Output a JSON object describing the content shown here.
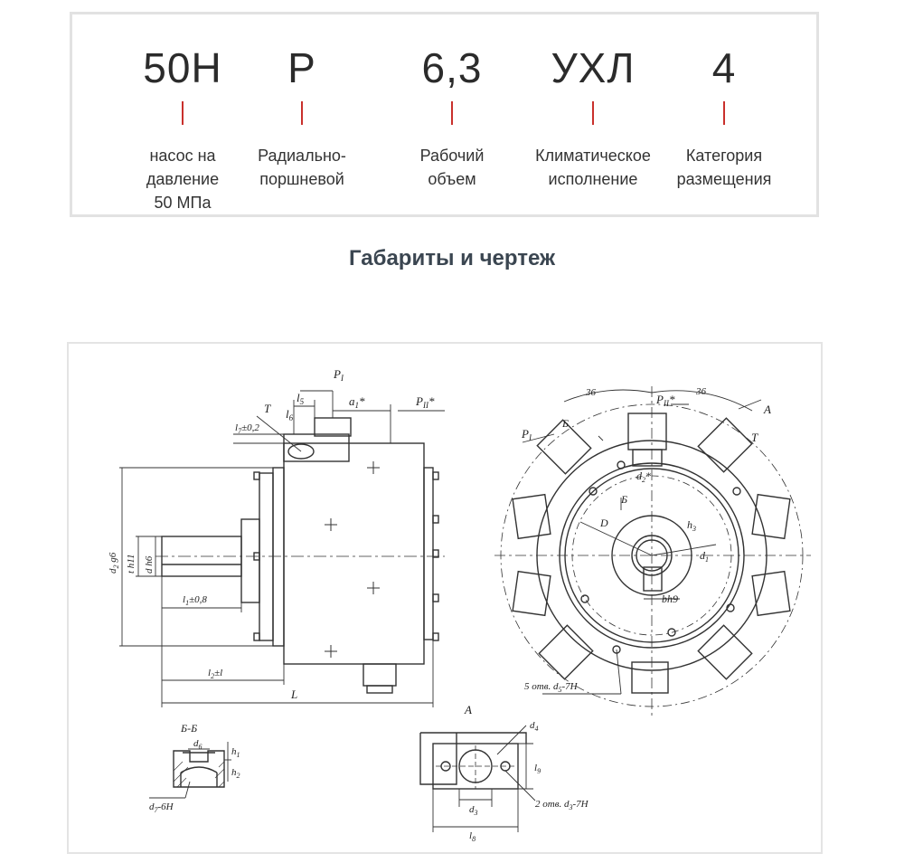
{
  "code_items": [
    {
      "value": "50Н",
      "desc": [
        "насос на",
        "давление",
        "50 МПа"
      ]
    },
    {
      "value": "Р",
      "desc": [
        "Радиально-",
        "поршневой"
      ]
    },
    {
      "value": "6,3",
      "desc": [
        "Рабочий",
        "объем"
      ]
    },
    {
      "value": "УХЛ",
      "desc": [
        "Климатическое",
        "исполнение"
      ]
    },
    {
      "value": "4",
      "desc": [
        "Категория",
        "размещения"
      ]
    }
  ],
  "section_title": "Габариты и чертеж",
  "drawing_labels": {
    "p1": "P",
    "p1_sub": "I",
    "l5": "l",
    "l5_sub": "5",
    "a1": "a",
    "a1_sub": "1",
    "a1_star": "*",
    "p2": "P",
    "p2_sub": "II",
    "p2_star": "*",
    "t": "T",
    "l6": "l",
    "l6_sub": "6",
    "l7": "l",
    "l7_sub": "7",
    "l7_tol": "±0,2",
    "d2": "d",
    "d2_sub": "2",
    "d2_fit": "g6",
    "t_h11": "t h11",
    "d_h6": "d h6",
    "l1": "l",
    "l1_sub": "1",
    "l1_tol": "±0,8",
    "l2": "l",
    "l2_sub": "2",
    "l2_tol": "±l",
    "L": "L",
    "dim36a": "36",
    "dim36b": "36",
    "pII_r": "P",
    "pII_r_sub": "II",
    "pII_r_star": "*",
    "A": "A",
    "T_r": "T",
    "P_I_r": "P",
    "P_I_r_sub": "I",
    "B": "Б",
    "d2r": "d",
    "d2r_sub": "2",
    "d2r_star": "*",
    "B2": "Б",
    "D": "D",
    "h3": "h",
    "h3_sub": "3",
    "d1": "d",
    "d1_sub": "1",
    "bh9": "bh9",
    "holes5": "5 отв. d",
    "holes5_sub": "5",
    "holes5_fit": "-7H",
    "A_view": "A",
    "d4": "d",
    "d4_sub": "4",
    "l9": "l",
    "l9_sub": "9",
    "d3": "d",
    "d3_sub": "3",
    "l8": "l",
    "l8_sub": "8",
    "holes2": "2 отв. d",
    "holes2_sub": "3",
    "holes2_fit": "-7H",
    "section_bb": "Б-Б",
    "d6": "d",
    "d6_sub": "6",
    "h1": "h",
    "h1_sub": "1",
    "h2": "h",
    "h2_sub": "2",
    "d7": "d",
    "d7_sub": "7",
    "d7_fit": "-6H"
  }
}
